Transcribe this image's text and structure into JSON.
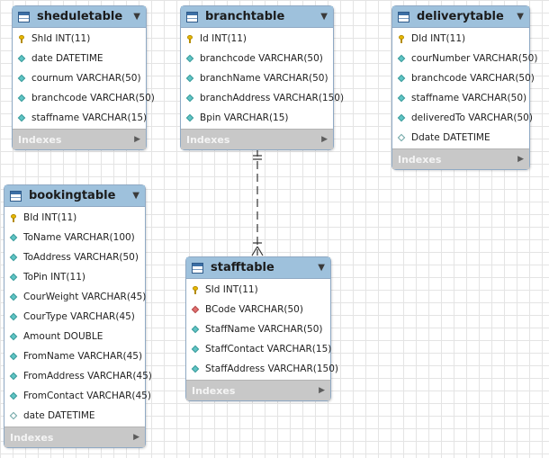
{
  "tables": {
    "sheduletable": {
      "name": "sheduletable",
      "columns": [
        {
          "icon": "key",
          "text": "ShId INT(11)"
        },
        {
          "icon": "diamond",
          "text": "date DATETIME"
        },
        {
          "icon": "diamond",
          "text": "cournum VARCHAR(50)"
        },
        {
          "icon": "diamond",
          "text": "branchcode VARCHAR(50)"
        },
        {
          "icon": "diamond",
          "text": "staffname VARCHAR(15)"
        }
      ],
      "indexes_label": "Indexes"
    },
    "branchtable": {
      "name": "branchtable",
      "columns": [
        {
          "icon": "key",
          "text": "Id INT(11)"
        },
        {
          "icon": "diamond",
          "text": "branchcode VARCHAR(50)"
        },
        {
          "icon": "diamond",
          "text": "branchName VARCHAR(50)"
        },
        {
          "icon": "diamond",
          "text": "branchAddress VARCHAR(150)"
        },
        {
          "icon": "diamond",
          "text": "Bpin VARCHAR(15)"
        }
      ],
      "indexes_label": "Indexes"
    },
    "deliverytable": {
      "name": "deliverytable",
      "columns": [
        {
          "icon": "key",
          "text": "DId INT(11)"
        },
        {
          "icon": "diamond",
          "text": "courNumber VARCHAR(50)"
        },
        {
          "icon": "diamond",
          "text": "branchcode VARCHAR(50)"
        },
        {
          "icon": "diamond",
          "text": "staffname VARCHAR(50)"
        },
        {
          "icon": "diamond",
          "text": "deliveredTo VARCHAR(50)"
        },
        {
          "icon": "hollow",
          "text": "Ddate DATETIME"
        }
      ],
      "indexes_label": "Indexes"
    },
    "bookingtable": {
      "name": "bookingtable",
      "columns": [
        {
          "icon": "key",
          "text": "BId INT(11)"
        },
        {
          "icon": "diamond",
          "text": "ToName VARCHAR(100)"
        },
        {
          "icon": "diamond",
          "text": "ToAddress VARCHAR(50)"
        },
        {
          "icon": "diamond",
          "text": "ToPin INT(11)"
        },
        {
          "icon": "diamond",
          "text": "CourWeight VARCHAR(45)"
        },
        {
          "icon": "diamond",
          "text": "CourType VARCHAR(45)"
        },
        {
          "icon": "diamond",
          "text": "Amount DOUBLE"
        },
        {
          "icon": "diamond",
          "text": "FromName VARCHAR(45)"
        },
        {
          "icon": "diamond",
          "text": "FromAddress VARCHAR(45)"
        },
        {
          "icon": "diamond",
          "text": "FromContact VARCHAR(45)"
        },
        {
          "icon": "hollow",
          "text": "date DATETIME"
        }
      ],
      "indexes_label": "Indexes"
    },
    "stafftable": {
      "name": "stafftable",
      "columns": [
        {
          "icon": "key",
          "text": "SId INT(11)"
        },
        {
          "icon": "fk",
          "text": "BCode VARCHAR(50)"
        },
        {
          "icon": "diamond",
          "text": "StaffName VARCHAR(50)"
        },
        {
          "icon": "diamond",
          "text": "StaffContact VARCHAR(15)"
        },
        {
          "icon": "diamond",
          "text": "StaffAddress VARCHAR(150)"
        }
      ],
      "indexes_label": "Indexes"
    }
  },
  "relationships": [
    {
      "from": "branchtable",
      "to": "stafftable",
      "style": "dashed",
      "from_end": "one-and-only-one",
      "to_end": "one-or-many"
    }
  ]
}
